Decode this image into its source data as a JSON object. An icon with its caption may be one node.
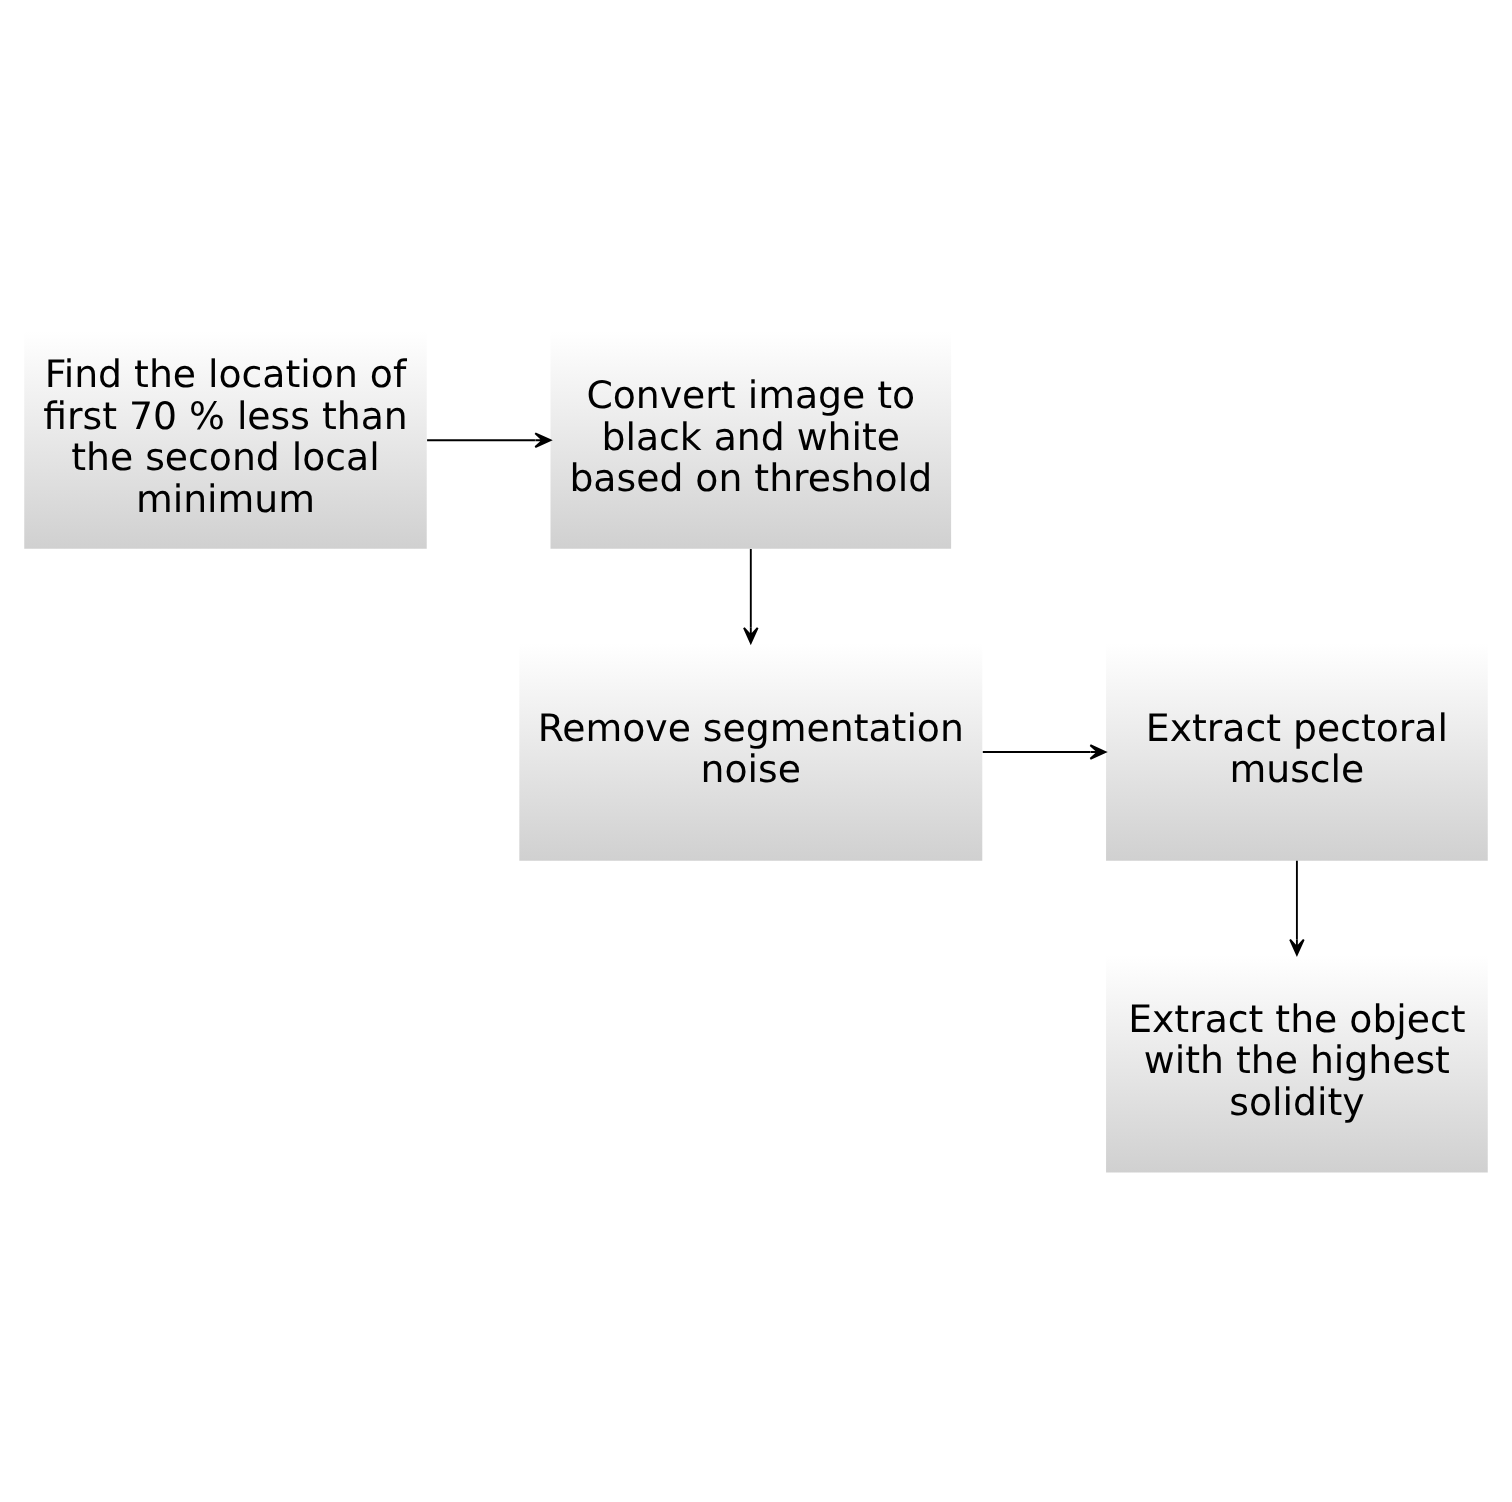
{
  "diagram": {
    "nodes": [
      {
        "text": [
          "Find the location of first 70 % less than the second local minimum"
        ]
      },
      {
        "text": [
          "Convert image to black and white based on threshold"
        ]
      },
      {
        "text": [
          "Remove segmentation noise"
        ]
      },
      {
        "text": [
          "Extract pectoral muscle"
        ]
      },
      {
        "text": [
          "Extract the object with the highest solidity"
        ]
      }
    ],
    "edges": [
      {
        "from": 0,
        "to": 1,
        "arrow": "to"
      },
      {
        "from": 1,
        "to": 2,
        "arrow": "to"
      },
      {
        "from": 2,
        "to": 3,
        "arrow": "to"
      },
      {
        "from": 3,
        "to": 4,
        "arrow": "to"
      }
    ]
  }
}
